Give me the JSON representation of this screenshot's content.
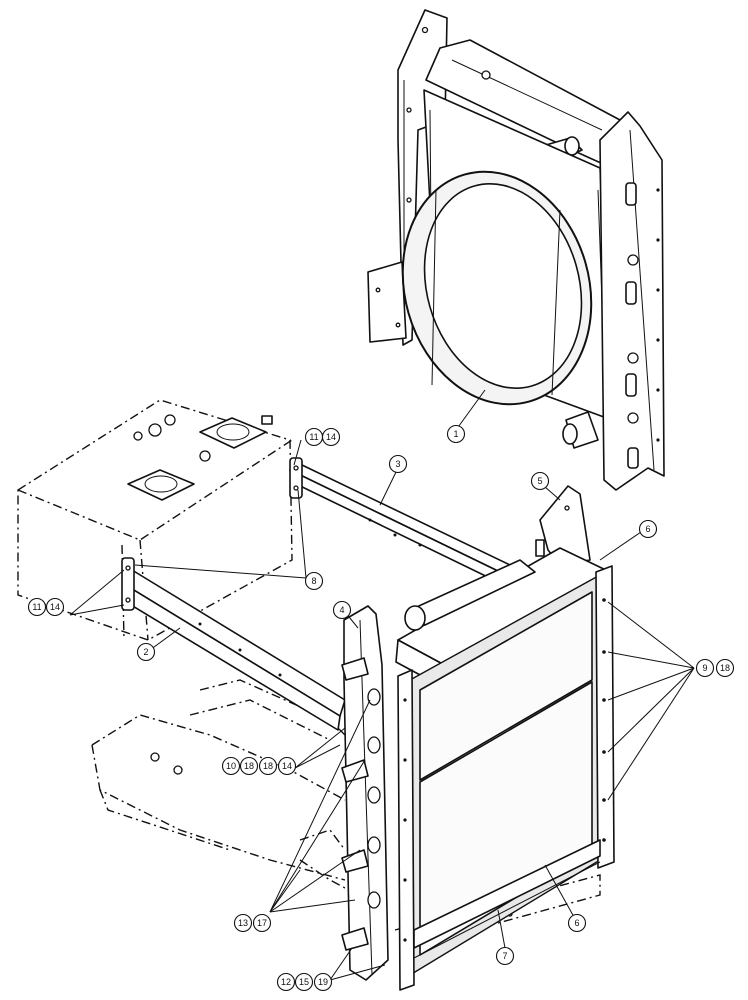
{
  "callouts": [
    {
      "id": "c1",
      "label": "1"
    },
    {
      "id": "c2",
      "label": "2"
    },
    {
      "id": "c3",
      "label": "3"
    },
    {
      "id": "c4",
      "label": "4"
    },
    {
      "id": "c5",
      "label": "5"
    },
    {
      "id": "c6a",
      "label": "6"
    },
    {
      "id": "c6b",
      "label": "6"
    },
    {
      "id": "c7",
      "label": "7"
    },
    {
      "id": "c8",
      "label": "8"
    },
    {
      "id": "c9",
      "label": "9"
    },
    {
      "id": "c18a",
      "label": "18"
    },
    {
      "id": "c11a",
      "label": "11"
    },
    {
      "id": "c14a",
      "label": "14"
    },
    {
      "id": "c11b",
      "label": "11"
    },
    {
      "id": "c14b",
      "label": "14"
    },
    {
      "id": "c10",
      "label": "10"
    },
    {
      "id": "c18b",
      "label": "18"
    },
    {
      "id": "c18c",
      "label": "18"
    },
    {
      "id": "c14c",
      "label": "14"
    },
    {
      "id": "c13",
      "label": "13"
    },
    {
      "id": "c17",
      "label": "17"
    },
    {
      "id": "c12",
      "label": "12"
    },
    {
      "id": "c15",
      "label": "15"
    },
    {
      "id": "c19",
      "label": "19"
    }
  ]
}
